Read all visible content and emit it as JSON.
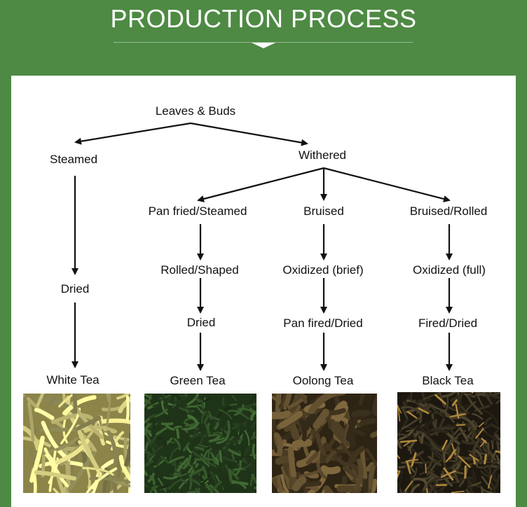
{
  "header": {
    "title": "PRODUCTION PROCESS"
  },
  "nodes": {
    "root": "Leaves & Buds",
    "steamed": "Steamed",
    "withered": "Withered",
    "white_dried": "Dried",
    "white_tea": "White Tea",
    "pan_fried": "Pan fried/Steamed",
    "rolled_shaped": "Rolled/Shaped",
    "green_dried": "Dried",
    "green_tea": "Green Tea",
    "bruised": "Bruised",
    "oxidized_brief": "Oxidized (brief)",
    "pan_fired_dried": "Pan fired/Dried",
    "oolong_tea": "Oolong Tea",
    "bruised_rolled": "Bruised/Rolled",
    "oxidized_full": "Oxidized (full)",
    "fired_dried": "Fired/Dried",
    "black_tea": "Black Tea"
  },
  "colors": {
    "header_bg": "#4e8a44",
    "arrow": "#111111",
    "white_tea_leaf": "#c9c27a",
    "green_tea_leaf": "#2f4d25",
    "oolong_tea_leaf": "#5b4a2c",
    "black_tea_leaf": "#3b3422"
  }
}
